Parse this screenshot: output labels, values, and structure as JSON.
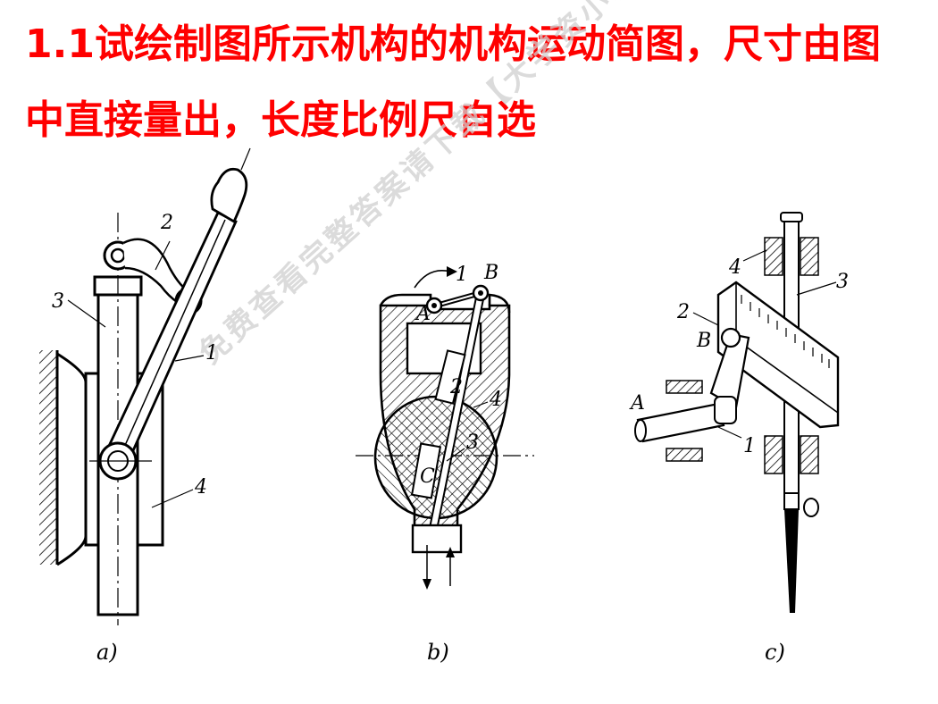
{
  "title": {
    "line1": "1.1试绘制图所示机构的机构运动简图，尺寸由图",
    "line2": "中直接量出，长度比例尺自选",
    "color": "#ff0000"
  },
  "watermark": {
    "text": "免费查看完整答案请下载【大学资小料】APP",
    "color": "#d0d0d0"
  },
  "figures": [
    {
      "caption": "a)",
      "labels": {
        "n1": "1",
        "n2": "2",
        "n3": "3",
        "n4": "4"
      }
    },
    {
      "caption": "b)",
      "labels": {
        "n1": "1",
        "n2": "2",
        "n3": "3",
        "n4": "4",
        "A": "A",
        "B": "B",
        "C": "C"
      }
    },
    {
      "caption": "c)",
      "labels": {
        "n1": "1",
        "n2": "2",
        "n3": "3",
        "n4": "4",
        "A": "A",
        "B": "B"
      }
    }
  ]
}
